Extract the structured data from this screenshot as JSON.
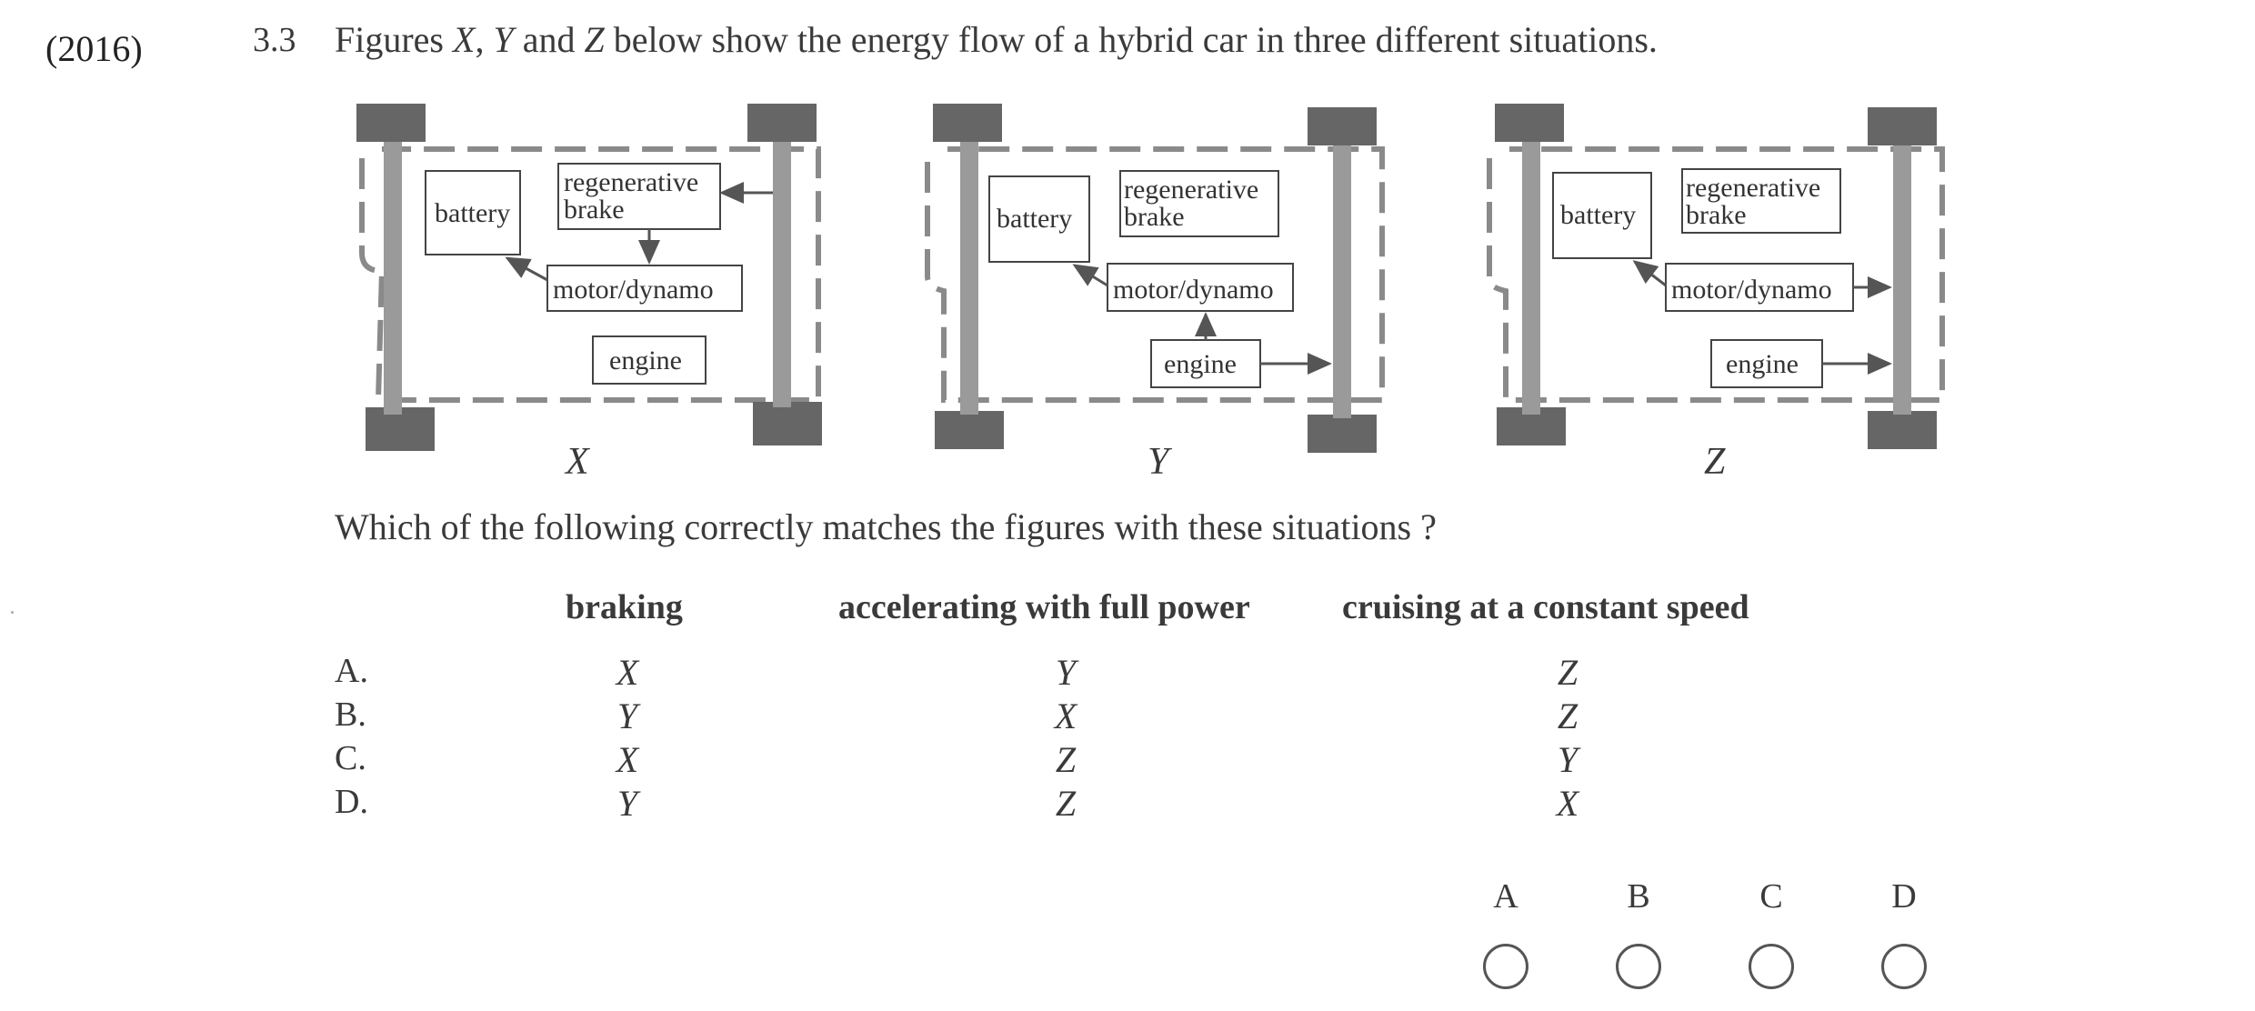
{
  "header": {
    "year": "(2016)",
    "question_number": "3.3",
    "question_text_html": "Figures <i>X</i>, <i>Y</i> and <i>Z</i> below show the energy flow of a hybrid car in three different situations."
  },
  "figures": [
    {
      "label": "X",
      "battery": "battery",
      "brake_line1": "regenerative",
      "brake_line2": "brake",
      "motor": "motor/dynamo",
      "engine": "engine"
    },
    {
      "label": "Y",
      "battery": "battery",
      "brake_line1": "regenerative",
      "brake_line2": "brake",
      "motor": "motor/dynamo",
      "engine": "engine"
    },
    {
      "label": "Z",
      "battery": "battery",
      "brake_line1": "regenerative",
      "brake_line2": "brake",
      "motor": "motor/dynamo",
      "engine": "engine"
    }
  ],
  "prompt": "Which of the following correctly matches the figures with these situations ?",
  "table": {
    "headers": [
      "braking",
      "accelerating with full power",
      "cruising at a constant speed"
    ],
    "rows": [
      {
        "option": "A.",
        "values": [
          "X",
          "Y",
          "Z"
        ]
      },
      {
        "option": "B.",
        "values": [
          "Y",
          "X",
          "Z"
        ]
      },
      {
        "option": "C.",
        "values": [
          "X",
          "Z",
          "Y"
        ]
      },
      {
        "option": "D.",
        "values": [
          "Y",
          "Z",
          "X"
        ]
      }
    ]
  },
  "choices": [
    "A",
    "B",
    "C",
    "D"
  ]
}
